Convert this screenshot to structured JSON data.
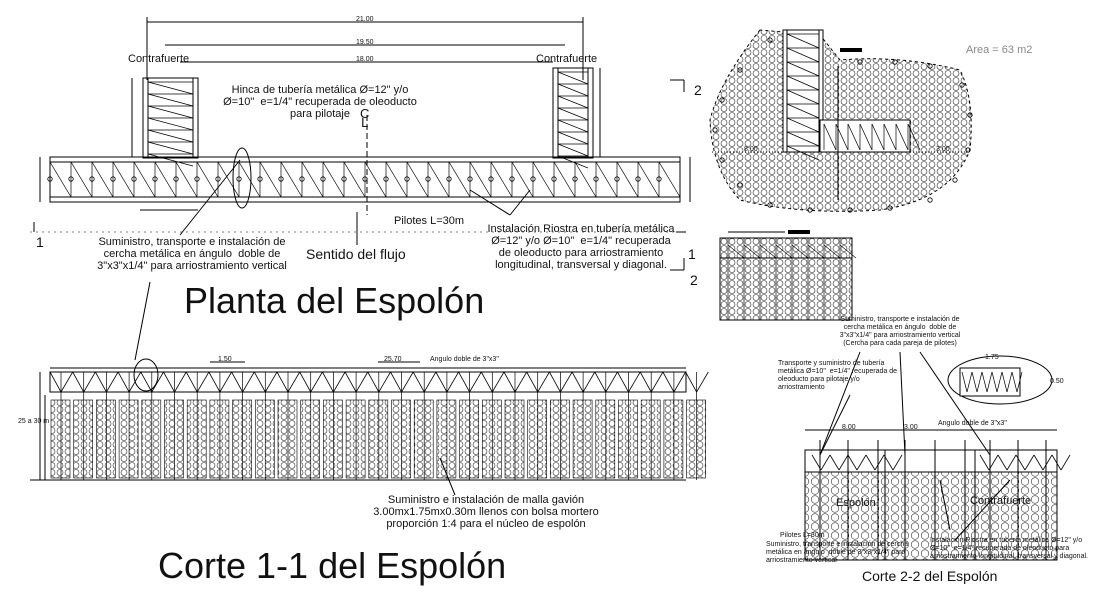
{
  "titles": {
    "plan": "Planta del Espolón",
    "section11": "Corte 1-1 del Espolón",
    "section22": "Corte 2-2 del Espolón"
  },
  "plan": {
    "contrafuerte_left": "Contrafuerte",
    "contrafuerte_right": "Contrafuerte",
    "dim_total": "21.00",
    "dim_mid": "19.50",
    "dim_inner": "18.00",
    "hinca_note": "Hinca de tubería metálica Ø=12\" y/o\nØ=10\"  e=1/4\" recuperada de oleoducto\npara pilotaje",
    "centerline": "C\nL",
    "pilotes": "Pilotes L=30m",
    "sentido": "Sentido del flujo",
    "suministro_note": "Suministro, transporte e instalación de\ncercha metálica en ángulo  doble de\n3\"x3\"x1/4\" para arriostramiento vertical",
    "riostra_note": "Instalación Riostra en tubería metálica\nØ=12\" y/o Ø=10\"  e=1/4\" recuperada\nde oleoducto para arriostramiento\nlongitudinal, transversal y diagonal.",
    "section_mark_1_left": "1",
    "section_mark_1_right": "1",
    "section_mark_2_top": "2",
    "section_mark_2_bottom": "2"
  },
  "area": {
    "label": "Area = 63 m2",
    "dim_a": "8.00",
    "dim_b": "3.00"
  },
  "corte11": {
    "height_label": "25 a 30 m",
    "dim_150": "1.50",
    "dim_top": "25.70",
    "angulo": "Angulo doble de 3\"x3\"",
    "malla_note": "Suministro e instalación de malla gavión\n3.00mx1.75mx0.30m llenos con bolsa mortero\nproporción 1:4 para el núcleo de espolón"
  },
  "corte22": {
    "note_cercha": "Suministro, transporte e instalación de\ncercha metálica en ángulo  doble de\n3\"x3\"x1/4\" para arriostramiento vertical\n(Cercha para cada pareja de pilotes)",
    "note_transporte": "Transporte y suministro de tubería\nmetálica Ø=10\"  e=1/4\" recuperada de\noleoducto para pilotaje y/o\narriostramiento",
    "angulo": "Angulo doble de 3\"x3\"",
    "espolon": "Espolón",
    "contrafuerte": "Contrafuerte",
    "pilotes": "Pilotes L=30m",
    "note_bottom_left": "Suministro, transporte e instalación de cercha\nmetálica en ángulo  doble de 3\"x3\"x1/4\" para\narriostramiento vertical",
    "note_bottom_right": "Instalación Riostra en tubería metálica Ø=12\" y/o\nØ=10\"  e=1/4\" recuperada de oleoducto para\narriostramiento longitudinal, transversal y diagonal.",
    "dim_8": "8.00",
    "dim_3": "3.00",
    "dim_175": "1.75",
    "dim_050": "0.50"
  }
}
